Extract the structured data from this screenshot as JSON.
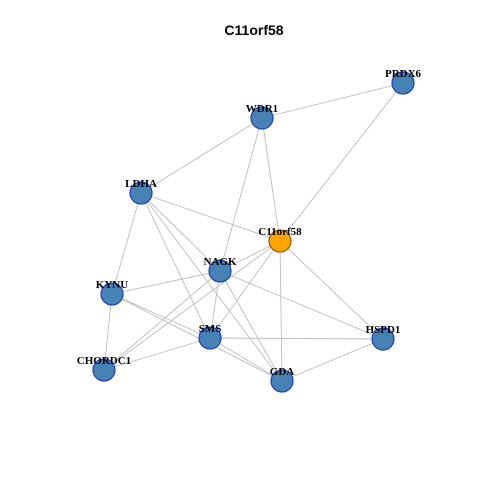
{
  "title": "C11orf58",
  "colors": {
    "background": "#ffffff",
    "edge": "#bdbdbd",
    "node_fill": "#4682b4",
    "node_stroke": "#1f3fbf",
    "center_fill": "#ffa500",
    "center_stroke": "#8b5a00",
    "label": "#000000"
  },
  "nodes": [
    {
      "id": "PRDX6",
      "label": "PRDX6",
      "center": false
    },
    {
      "id": "WDR1",
      "label": "WDR1",
      "center": false
    },
    {
      "id": "LDHA",
      "label": "LDHA",
      "center": false
    },
    {
      "id": "C11orf58",
      "label": "C11orf58",
      "center": true
    },
    {
      "id": "NAGK",
      "label": "NAGK",
      "center": false
    },
    {
      "id": "KYNU",
      "label": "KYNU",
      "center": false
    },
    {
      "id": "SMS",
      "label": "SMS",
      "center": false
    },
    {
      "id": "HSPD1",
      "label": "HSPD1",
      "center": false
    },
    {
      "id": "CHORDC1",
      "label": "CHORDC1",
      "center": false
    },
    {
      "id": "GDA",
      "label": "GDA",
      "center": false
    }
  ],
  "edges": [
    [
      "WDR1",
      "PRDX6"
    ],
    [
      "PRDX6",
      "C11orf58"
    ],
    [
      "WDR1",
      "LDHA"
    ],
    [
      "WDR1",
      "NAGK"
    ],
    [
      "WDR1",
      "C11orf58"
    ],
    [
      "LDHA",
      "C11orf58"
    ],
    [
      "LDHA",
      "NAGK"
    ],
    [
      "LDHA",
      "KYNU"
    ],
    [
      "LDHA",
      "SMS"
    ],
    [
      "LDHA",
      "GDA"
    ],
    [
      "C11orf58",
      "NAGK"
    ],
    [
      "C11orf58",
      "SMS"
    ],
    [
      "C11orf58",
      "GDA"
    ],
    [
      "C11orf58",
      "HSPD1"
    ],
    [
      "C11orf58",
      "CHORDC1"
    ],
    [
      "NAGK",
      "KYNU"
    ],
    [
      "NAGK",
      "SMS"
    ],
    [
      "NAGK",
      "GDA"
    ],
    [
      "NAGK",
      "HSPD1"
    ],
    [
      "NAGK",
      "CHORDC1"
    ],
    [
      "KYNU",
      "SMS"
    ],
    [
      "KYNU",
      "CHORDC1"
    ],
    [
      "KYNU",
      "GDA"
    ],
    [
      "SMS",
      "CHORDC1"
    ],
    [
      "SMS",
      "HSPD1"
    ],
    [
      "SMS",
      "GDA"
    ],
    [
      "HSPD1",
      "GDA"
    ]
  ]
}
